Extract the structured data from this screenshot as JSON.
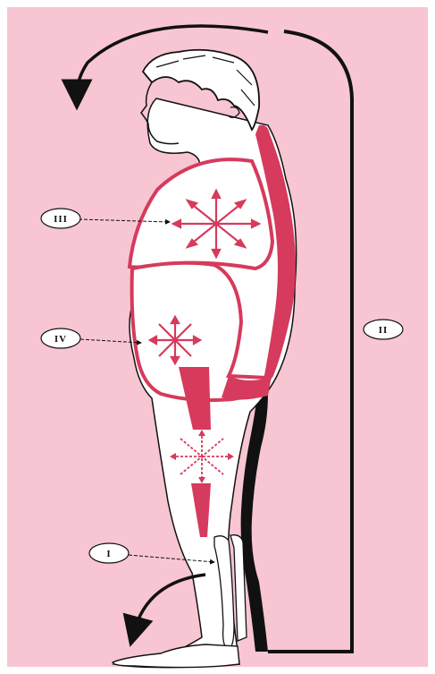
{
  "colors": {
    "background": "#f7c6d2",
    "accent": "#d63a5c",
    "ink": "#111111",
    "figure_fill": "#ffffff"
  },
  "labels": {
    "i": "I",
    "ii": "II",
    "iii": "III",
    "iv": "IV"
  },
  "icons": {
    "arrow_top": "curved-arrow-icon",
    "arrow_bottom": "curved-arrow-icon",
    "star_chest": "radiating-star-icon",
    "star_abdomen": "radiating-star-icon",
    "star_thigh": "radiating-star-icon"
  }
}
